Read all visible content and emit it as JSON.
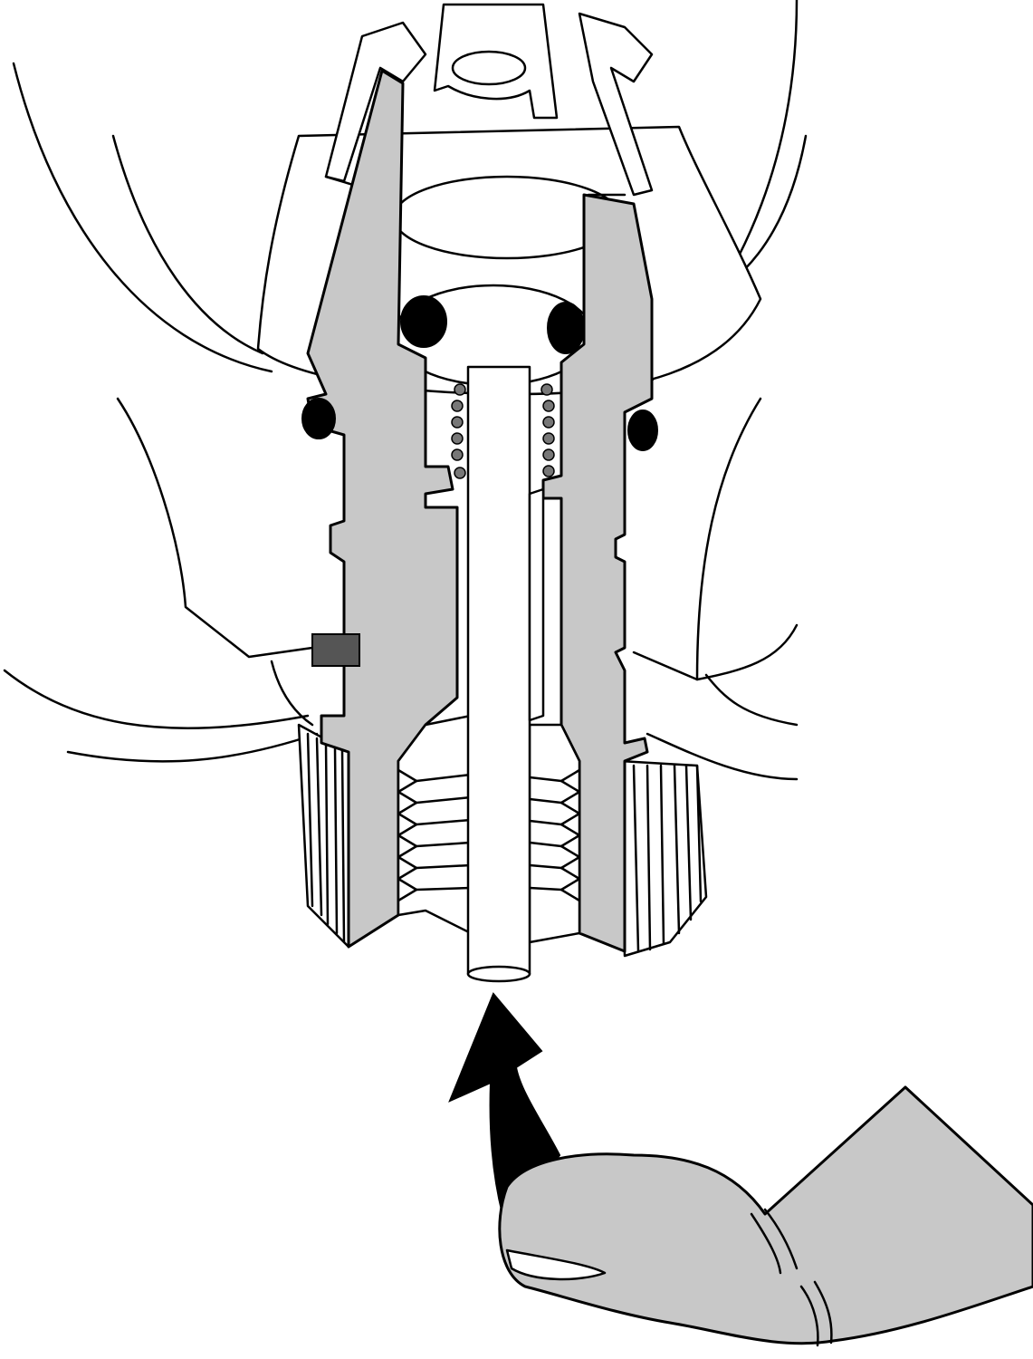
{
  "colors": {
    "background": "#ffffff",
    "outline": "#000000",
    "section_fill": "#c8c8c8",
    "spring_coil": "#777777",
    "marker_block": "#555555",
    "arrow": "#000000",
    "finger": "#c8c8c8"
  },
  "components": [
    "cap-crown",
    "housing-section",
    "push-rod",
    "spring",
    "o-rings",
    "thread",
    "knurled-nut",
    "push-arrow",
    "finger"
  ]
}
